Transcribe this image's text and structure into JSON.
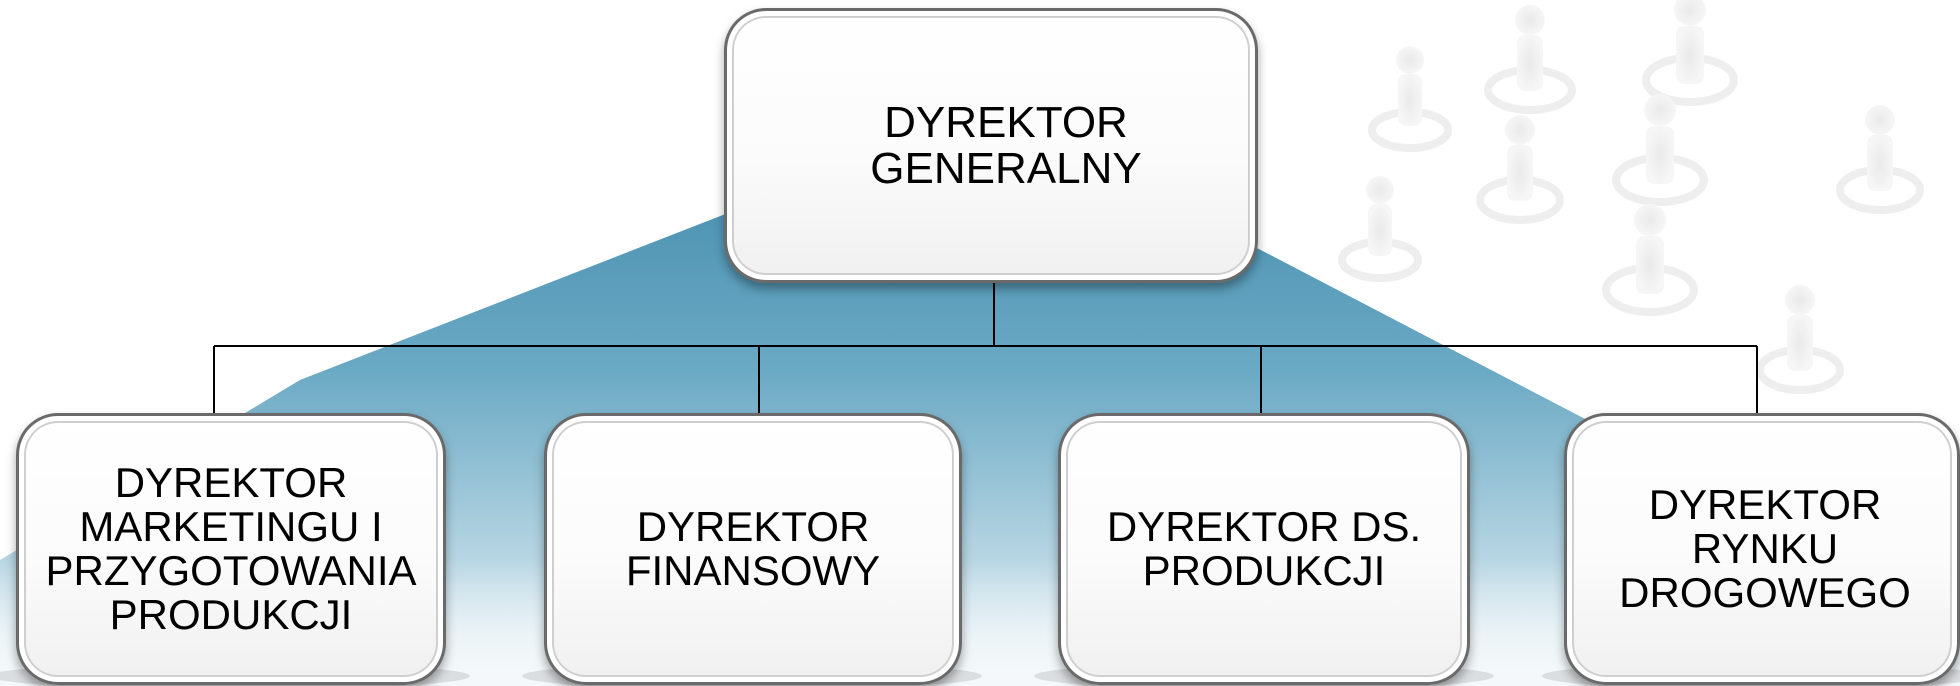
{
  "diagram": {
    "type": "org-chart",
    "root": {
      "label": "DYREKTOR\nGENERALNY"
    },
    "children": [
      {
        "label": "DYREKTOR\nMARKETINGU I\nPRZYGOTOWANIA\nPRODUKCJI"
      },
      {
        "label": "DYREKTOR\nFINANSOWY"
      },
      {
        "label": "DYREKTOR DS.\nPRODUKCJI"
      },
      {
        "label": "DYREKTOR\nRYNKU\nDROGOWEGO"
      }
    ]
  },
  "colors": {
    "background": "#ffffff",
    "pyramid_top": "#3f88aa",
    "pyramid_bottom": "#e6f1f6",
    "box_border": "#6a6a6a",
    "box_fill": "#fafafa",
    "connector": "#000000"
  }
}
